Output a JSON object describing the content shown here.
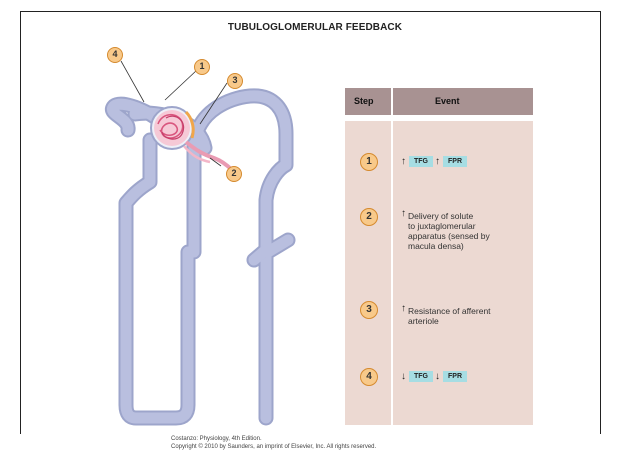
{
  "title": "TUBULOGLOMERULAR FEEDBACK",
  "diagram_labels": [
    "4",
    "1",
    "3",
    "2"
  ],
  "table": {
    "header_step": "Step",
    "header_event": "Event",
    "rows": [
      {
        "step": "1",
        "arrows": [
          "↑",
          "↑"
        ],
        "pills": [
          "TFG",
          "FPR"
        ]
      },
      {
        "step": "2",
        "arrow": "↑",
        "lines": [
          "Delivery of solute",
          "to juxtaglomerular",
          "apparatus (sensed by",
          "macula densa)"
        ]
      },
      {
        "step": "3",
        "arrow": "↑",
        "lines": [
          "Resistance of afferent",
          "arteriole"
        ]
      },
      {
        "step": "4",
        "arrows": [
          "↓",
          "↓"
        ],
        "pills": [
          "TFG",
          "FPR"
        ]
      }
    ]
  },
  "credit": {
    "line1": "Costanzo: Physiology, 4th Edition.",
    "line2": "Copyright © 2010 by Saunders, an imprint of Elsevier, Inc. All rights reserved."
  },
  "colors": {
    "tubule": "#b9bfdf",
    "tubule_outline": "#9da5cb",
    "glomerulus": "#e99bb3",
    "table_header": "#a89292",
    "table_body": "#ecd9d2",
    "pill": "#a6dde3",
    "label_fill": "#f8c98a"
  }
}
